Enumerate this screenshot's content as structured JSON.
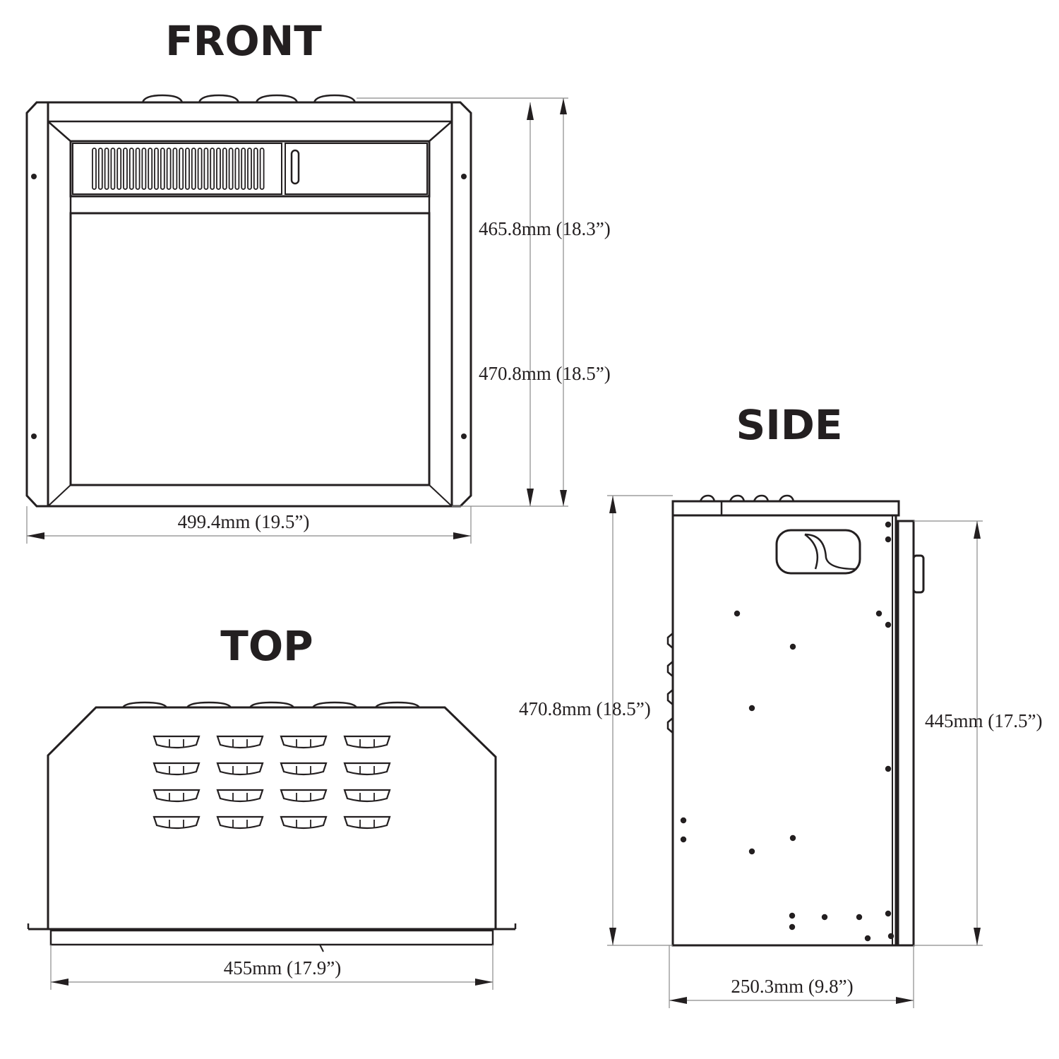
{
  "views": {
    "front": {
      "title": "FRONT",
      "dim_height_inner": "465.8mm (18.3”)",
      "dim_height_outer": "470.8mm (18.5”)",
      "dim_width": "499.4mm (19.5”)"
    },
    "top": {
      "title": "TOP",
      "dim_width": "455mm (17.9”)"
    },
    "side": {
      "title": "SIDE",
      "dim_height_outer": "470.8mm (18.5”)",
      "dim_height_inner": "445mm (17.5”)",
      "dim_depth": "250.3mm (9.8”)"
    }
  }
}
